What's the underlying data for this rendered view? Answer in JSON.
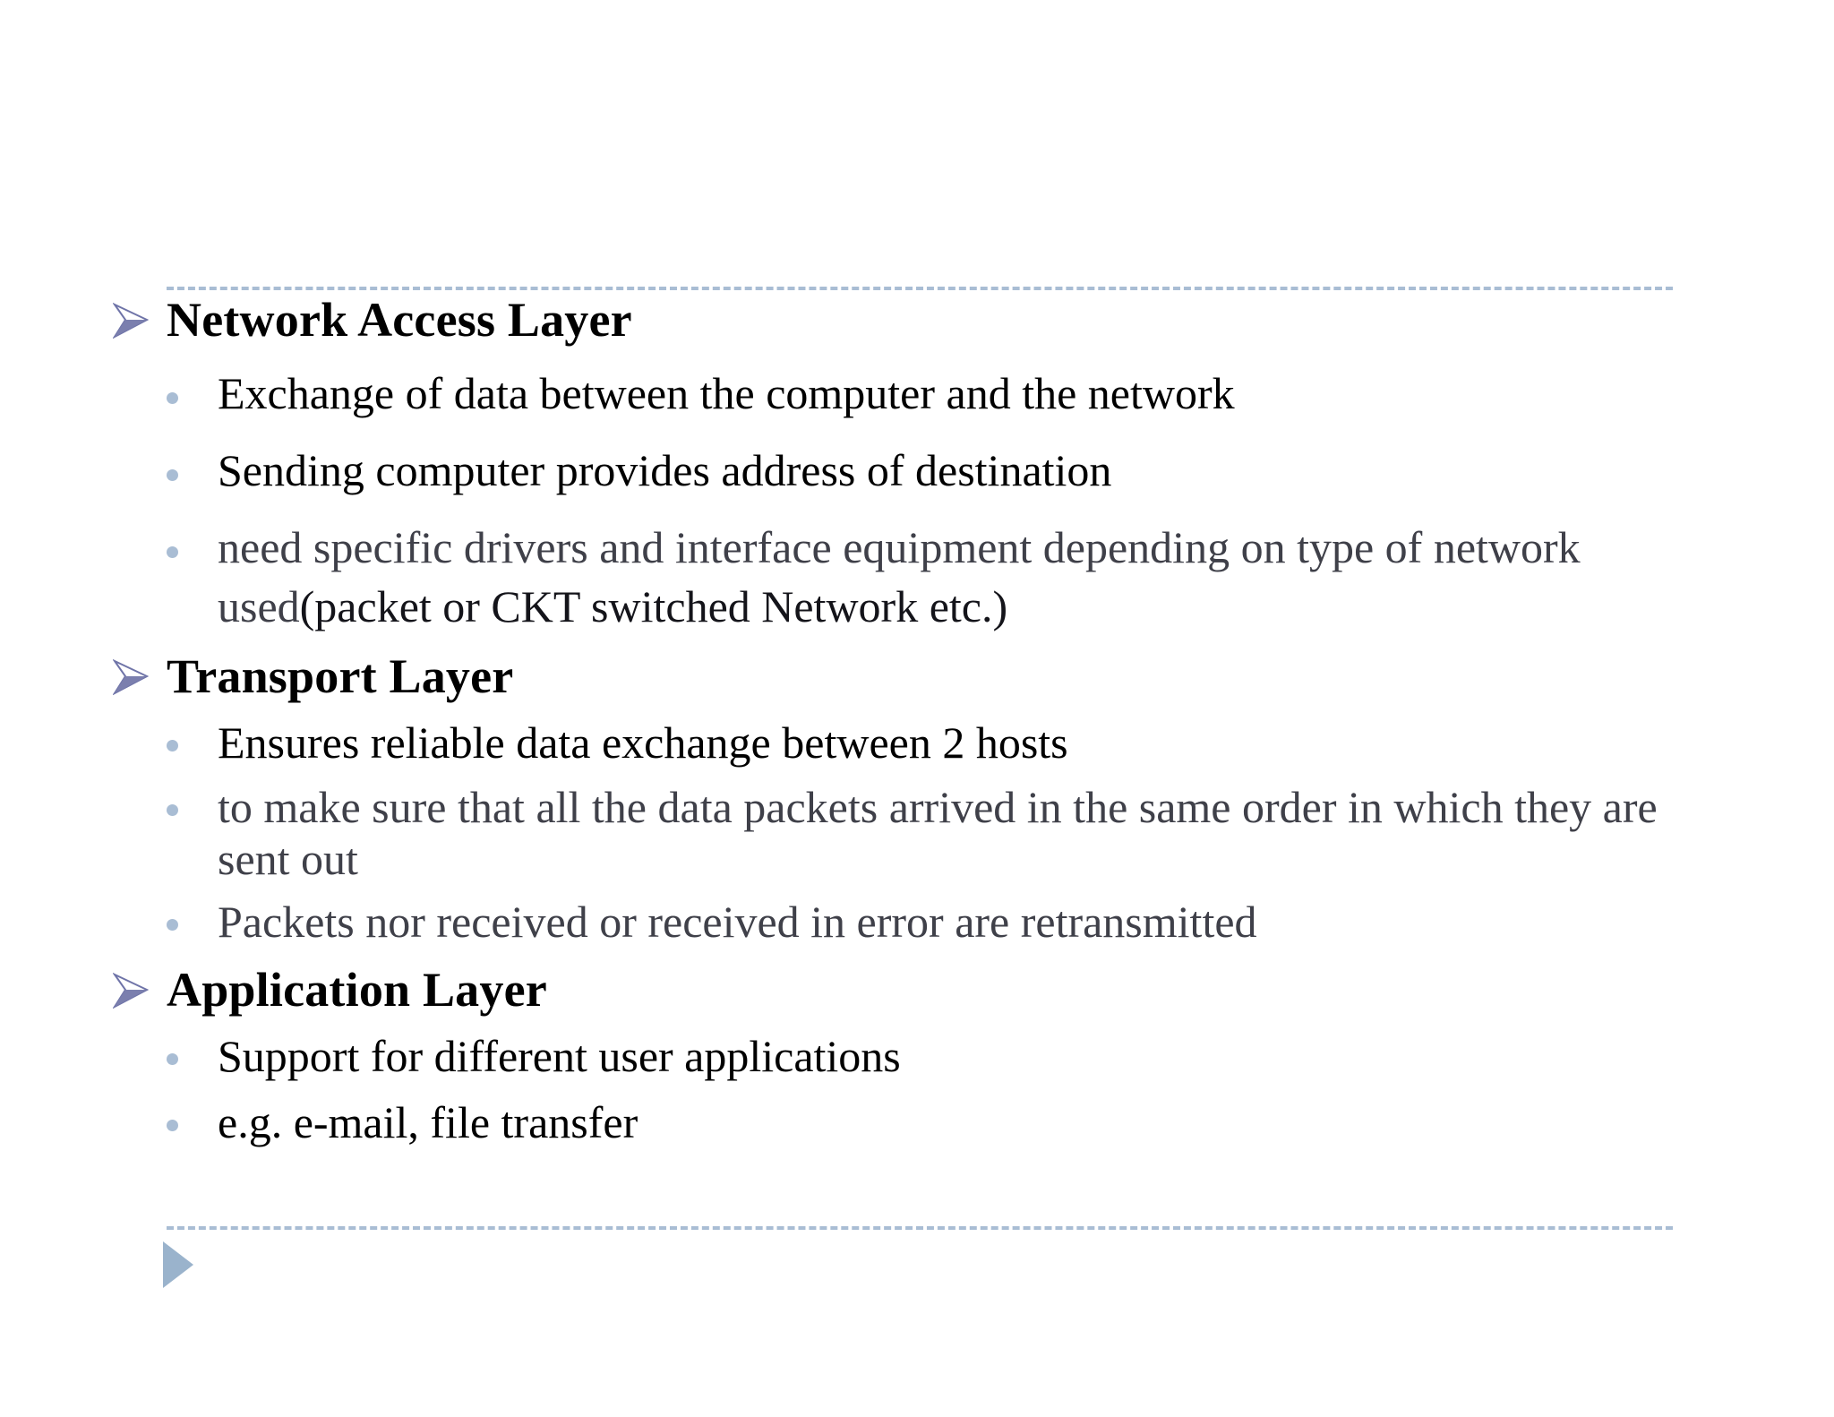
{
  "slide": {
    "background_color": "#ffffff",
    "accent_color": "#a9bdd4",
    "arrow_bullet_color": "#7b7fae",
    "triangle_marker_color": "#9ab3cc",
    "text_black": "#000000",
    "text_gray": "#3f4049",
    "bullet_icon_name": "arrow-bullet-icon",
    "dot_icon_name": "dot-bullet-icon",
    "marker_icon_name": "play-triangle-icon",
    "sections": [
      {
        "heading": "Network Access Layer",
        "bullets": [
          {
            "text": "Exchange of data between the computer and the network",
            "color": "black"
          },
          {
            "text": "Sending computer provides address of destination",
            "color": "black"
          },
          {
            "text": "need specific drivers and interface equipment depending on type of network used(packet or CKT switched Network etc.)",
            "color": "gray",
            "part_gray": "need specific drivers and interface equipment depending on type of network used",
            "part_black": "(packet or CKT switched Network etc.)"
          }
        ]
      },
      {
        "heading": "Transport Layer",
        "bullets": [
          {
            "text": "Ensures reliable data exchange between 2 hosts",
            "color": "black"
          },
          {
            "text": "to make sure that all the data packets arrived in the same order in which they are sent out",
            "color": "gray"
          },
          {
            "text": "Packets nor received or received in error are retransmitted",
            "color": "gray"
          }
        ]
      },
      {
        "heading": "Application Layer",
        "bullets": [
          {
            "text": "Support for different user applications",
            "color": "black"
          },
          {
            "text": "e.g. e-mail, file transfer",
            "color": "black"
          }
        ]
      }
    ]
  }
}
